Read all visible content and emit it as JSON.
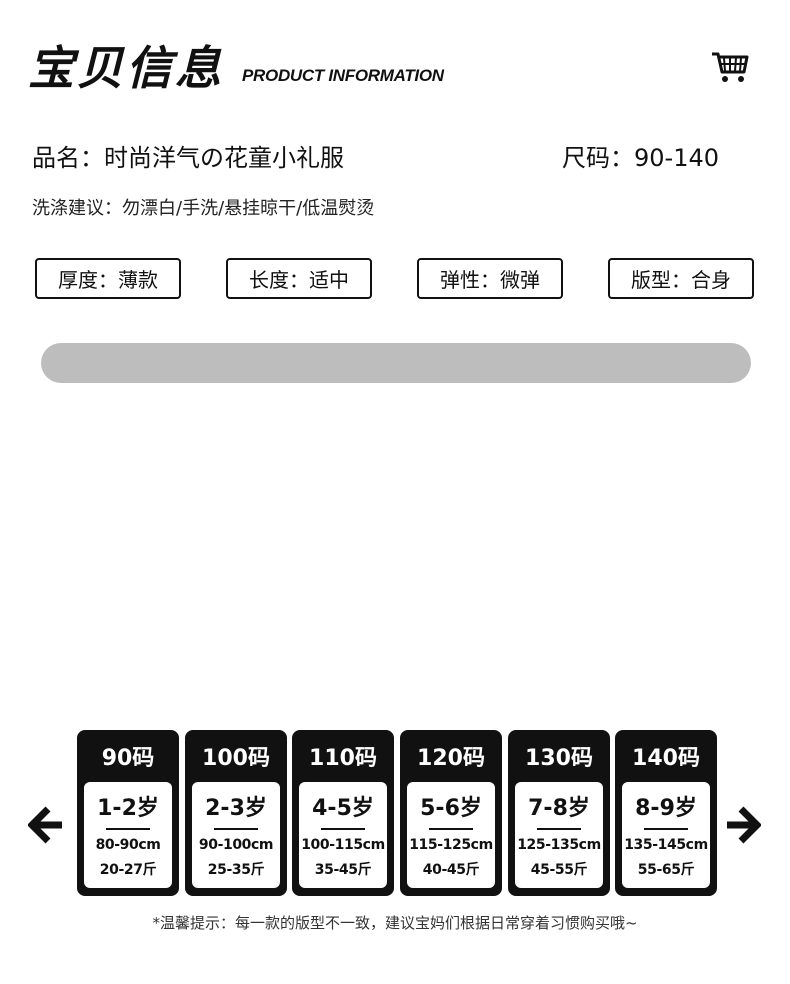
{
  "header": {
    "title_cn": "宝贝信息",
    "title_en": "PRODUCT INFORMATION",
    "cart_icon": "shopping-cart-icon"
  },
  "info": {
    "product_name": "品名：时尚洋气の花童小礼服",
    "size_range": "尺码：90-140",
    "care": "洗涤建议：勿漂白/手洗/悬挂晾干/低温熨烫"
  },
  "tags": [
    {
      "label": "厚度：薄款"
    },
    {
      "label": "长度：适中"
    },
    {
      "label": "弹性：微弹"
    },
    {
      "label": "版型：合身"
    }
  ],
  "sizes": [
    {
      "size": "90码",
      "age": "1-2岁",
      "height": "80-90cm",
      "weight": "20-27斤"
    },
    {
      "size": "100码",
      "age": "2-3岁",
      "height": "90-100cm",
      "weight": "25-35斤"
    },
    {
      "size": "110码",
      "age": "4-5岁",
      "height": "100-115cm",
      "weight": "35-45斤"
    },
    {
      "size": "120码",
      "age": "5-6岁",
      "height": "115-125cm",
      "weight": "40-45斤"
    },
    {
      "size": "130码",
      "age": "7-8岁",
      "height": "125-135cm",
      "weight": "45-55斤"
    },
    {
      "size": "140码",
      "age": "8-9岁",
      "height": "135-145cm",
      "weight": "55-65斤"
    }
  ],
  "nav": {
    "left_icon": "arrow-left-icon",
    "right_icon": "arrow-right-icon"
  },
  "footnote": "*温馨提示：每一款的版型不一致，建议宝妈们根据日常穿着习惯购买哦~",
  "colors": {
    "text": "#111111",
    "bar": "#bdbdbd",
    "card": "#111111"
  }
}
